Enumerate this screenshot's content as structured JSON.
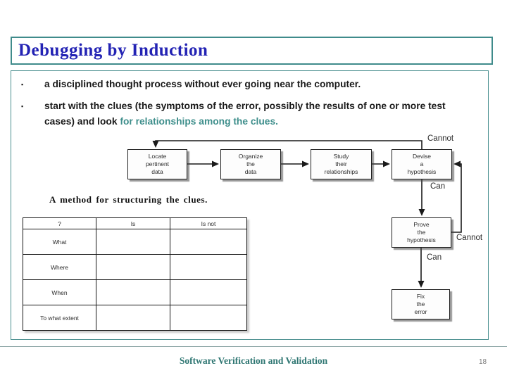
{
  "title": "Debugging by Induction",
  "bullets": [
    {
      "marker": "▪",
      "plain": "a disciplined thought process without ever going near the computer.",
      "highlight": ""
    },
    {
      "marker": "▪",
      "plain": "start with the clues (the symptoms of the error, possibly the results of one or more test cases) and look ",
      "highlight": "for relationships among the clues."
    }
  ],
  "flowchart": {
    "boxes": [
      {
        "label": "Locate\npertinent\ndata"
      },
      {
        "label": "Organize\nthe\ndata"
      },
      {
        "label": "Study\ntheir\nrelationships"
      },
      {
        "label": "Devise\na\nhypothesis"
      },
      {
        "label": "Prove\nthe\nhypothesis"
      },
      {
        "label": "Fix\nthe\nerror"
      }
    ],
    "edge_labels": {
      "cannot_top": "Cannot",
      "can_devise": "Can",
      "cannot_prove": "Cannot",
      "can_prove": "Can"
    }
  },
  "clue_table": {
    "caption": "A method for structuring the clues.",
    "headers": [
      "?",
      "Is",
      "Is not"
    ],
    "rows": [
      "What",
      "Where",
      "When",
      "To what extent"
    ]
  },
  "footer": {
    "text": "Software Verification and Validation",
    "page_number": "18"
  },
  "colors": {
    "accent_teal": "#3f8b8b",
    "title_blue": "#2323b4",
    "highlight_teal": "#3f8f8c",
    "footer_teal": "#2e7672"
  }
}
